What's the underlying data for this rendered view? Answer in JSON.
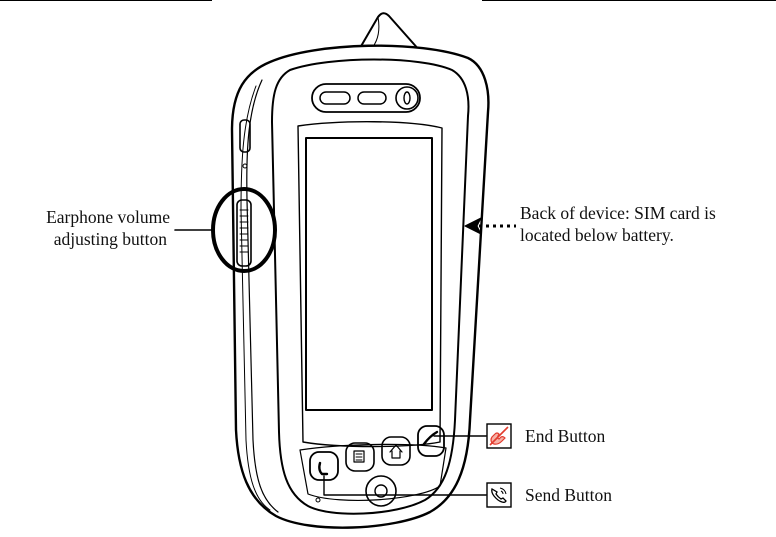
{
  "labels": {
    "earphone_line1": "Earphone volume",
    "earphone_line2": "adjusting button",
    "back_line1": "Back of device: SIM card is",
    "back_line2": "located below battery.",
    "end_button": "End Button",
    "send_button": "Send Button"
  },
  "icons": {
    "end": "end-call-icon",
    "send": "send-call-icon"
  },
  "colors": {
    "line": "#000000",
    "end_icon": "#e23b2e"
  }
}
